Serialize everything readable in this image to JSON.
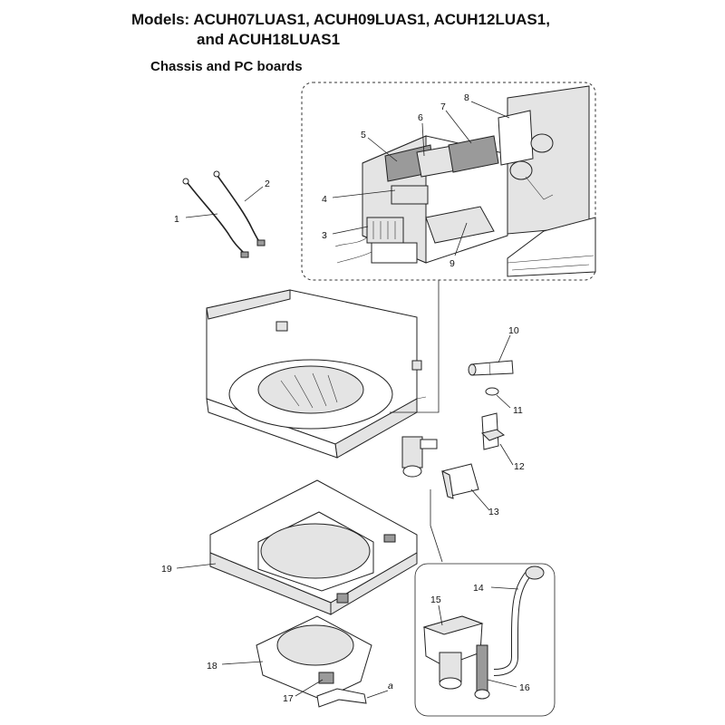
{
  "header": {
    "title_line1": "Models: ACUH07LUAS1, ACUH09LUAS1, ACUH12LUAS1,",
    "title_line2": "and ACUH18LUAS1",
    "subtitle": "Chassis and PC boards"
  },
  "callouts": {
    "c1": "1",
    "c2": "2",
    "c3": "3",
    "c4": "4",
    "c5": "5",
    "c6": "6",
    "c7": "7",
    "c8": "8",
    "c9": "9",
    "c10": "10",
    "c11": "11",
    "c12": "12",
    "c13": "13",
    "c14": "14",
    "c15": "15",
    "c16": "16",
    "c17": "17",
    "c18": "18",
    "c19": "19",
    "ca": "a"
  }
}
